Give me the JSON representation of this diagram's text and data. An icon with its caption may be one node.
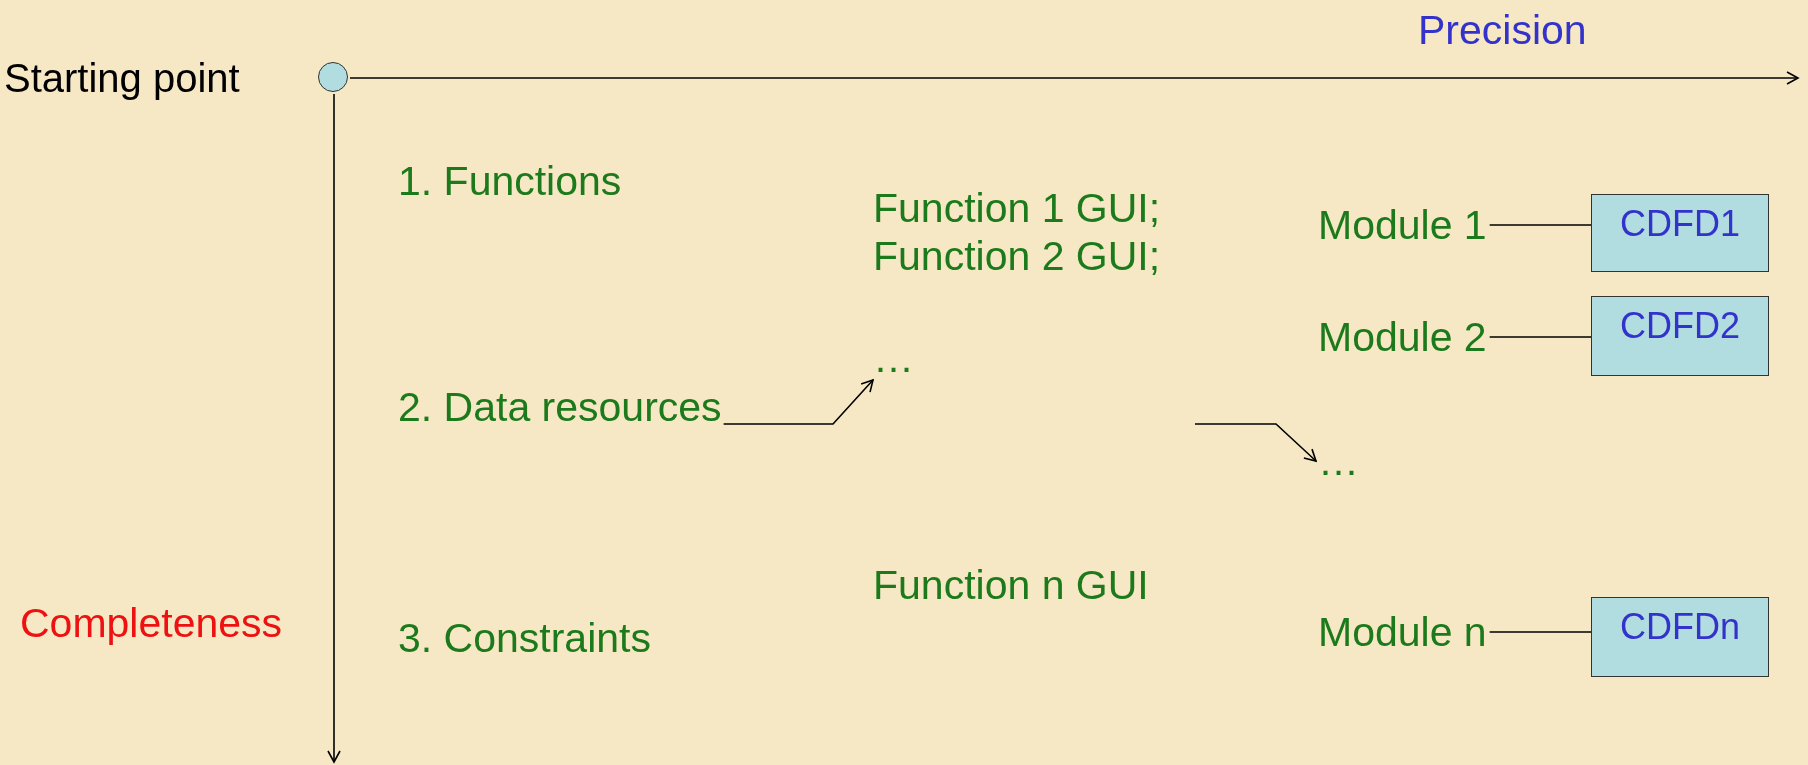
{
  "diagram": {
    "nodes": [
      {
        "text": [
          "Starting point"
        ]
      },
      {
        "text": [
          "1. Functions"
        ]
      },
      {
        "text": [
          "2. Data resources"
        ]
      },
      {
        "text": [
          "3. Constraints"
        ]
      },
      {
        "text": [
          "Function 1 GUI; Function 2 GUI;"
        ]
      },
      {
        "text": [
          "…"
        ]
      },
      {
        "text": [
          "Function n GUI"
        ]
      },
      {
        "text": [
          "Module 1"
        ]
      },
      {
        "text": [
          "CDFD1"
        ]
      },
      {
        "text": [
          "Module 2"
        ]
      },
      {
        "text": [
          "CDFD2"
        ]
      },
      {
        "text": [
          "…"
        ]
      },
      {
        "text": [
          "Module n"
        ]
      },
      {
        "text": [
          "CDFDn"
        ]
      }
    ],
    "edges": [
      {
        "from": 2,
        "to": 5,
        "arrow": "to"
      },
      {
        "from": null,
        "to": 11,
        "arrow": "to"
      },
      {
        "from": 7,
        "to": 8,
        "arrow": "none"
      },
      {
        "from": 9,
        "to": 10,
        "arrow": "none"
      },
      {
        "from": 12,
        "to": 13,
        "arrow": "none"
      }
    ],
    "labels": [
      "Precision",
      "Completeness"
    ]
  }
}
